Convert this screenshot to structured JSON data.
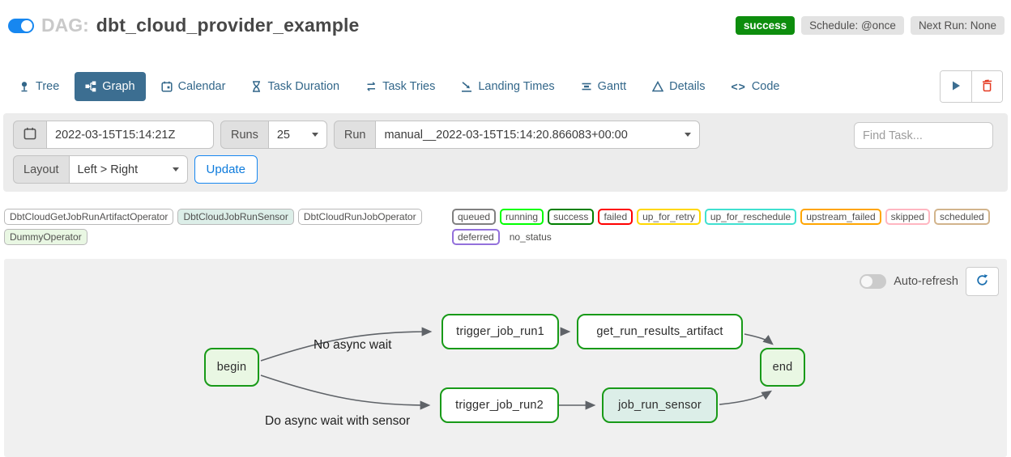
{
  "header": {
    "dag_prefix": "DAG:",
    "dag_name": "dbt_cloud_provider_example",
    "status_badge": "success",
    "schedule_badge": "Schedule: @once",
    "next_run_badge": "Next Run: None"
  },
  "tabs": [
    {
      "label": "Tree",
      "icon": "tree-icon"
    },
    {
      "label": "Graph",
      "icon": "graph-icon"
    },
    {
      "label": "Calendar",
      "icon": "calendar-icon"
    },
    {
      "label": "Task Duration",
      "icon": "hourglass-icon"
    },
    {
      "label": "Task Tries",
      "icon": "repeat-icon"
    },
    {
      "label": "Landing Times",
      "icon": "plane-landing-icon"
    },
    {
      "label": "Gantt",
      "icon": "gantt-icon"
    },
    {
      "label": "Details",
      "icon": "triangle-icon"
    },
    {
      "label": "Code",
      "icon": "code-icon"
    }
  ],
  "filters": {
    "base_date": "2022-03-15T15:14:21Z",
    "runs_label": "Runs",
    "runs_value": "25",
    "run_label": "Run",
    "run_value": "manual__2022-03-15T15:14:20.866083+00:00",
    "find_task_placeholder": "Find Task...",
    "layout_label": "Layout",
    "layout_value": "Left > Right",
    "update_label": "Update"
  },
  "legend": {
    "operators": [
      {
        "label": "DbtCloudGetJobRunArtifactOperator",
        "bg": "#ffffff"
      },
      {
        "label": "DbtCloudJobRunSensor",
        "bg": "#dceee8"
      },
      {
        "label": "DbtCloudRunJobOperator",
        "bg": "#ffffff"
      },
      {
        "label": "DummyOperator",
        "bg": "#e9f7e3"
      }
    ],
    "statuses": [
      {
        "label": "queued",
        "border": "#808080"
      },
      {
        "label": "running",
        "border": "#00ff00"
      },
      {
        "label": "success",
        "border": "#008000"
      },
      {
        "label": "failed",
        "border": "#ff0000"
      },
      {
        "label": "up_for_retry",
        "border": "#ffd700"
      },
      {
        "label": "up_for_reschedule",
        "border": "#40e0d0"
      },
      {
        "label": "upstream_failed",
        "border": "#ffa500"
      },
      {
        "label": "skipped",
        "border": "#ffb6c1"
      },
      {
        "label": "scheduled",
        "border": "#d2b48c"
      },
      {
        "label": "deferred",
        "border": "#9370db"
      },
      {
        "label": "no_status",
        "border": "transparent"
      }
    ]
  },
  "graph": {
    "auto_refresh_label": "Auto-refresh",
    "nodes": [
      {
        "label": "begin",
        "fill": "#e9f7e3",
        "border": "#189a18"
      },
      {
        "label": "trigger_job_run1",
        "fill": "#ffffff",
        "border": "#189a18"
      },
      {
        "label": "get_run_results_artifact",
        "fill": "#ffffff",
        "border": "#189a18"
      },
      {
        "label": "trigger_job_run2",
        "fill": "#ffffff",
        "border": "#189a18"
      },
      {
        "label": "job_run_sensor",
        "fill": "#dceee8",
        "border": "#189a18"
      },
      {
        "label": "end",
        "fill": "#e9f7e3",
        "border": "#189a18"
      }
    ],
    "edge_labels": [
      {
        "text": "No async wait"
      },
      {
        "text": "Do async wait with sensor"
      }
    ]
  }
}
